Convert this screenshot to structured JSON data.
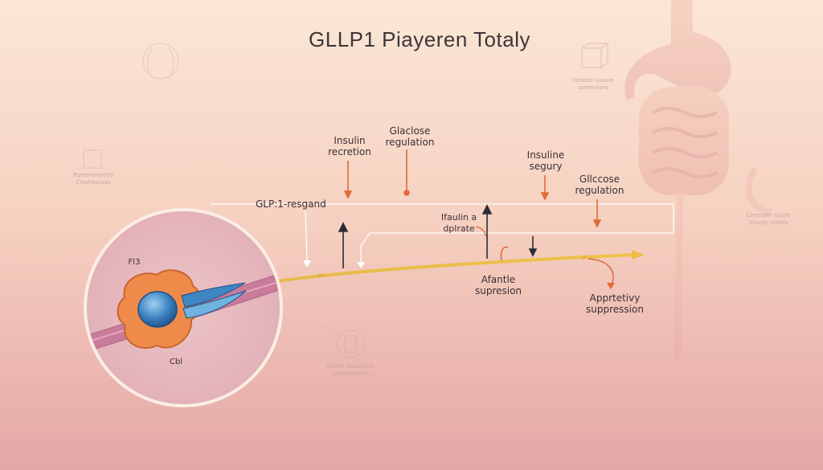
{
  "title": "GLLP1 Piayeren Totaly",
  "labels": {
    "ligand": "GLP:1-resgand",
    "insulin_recretion": "Insulin\nrecretion",
    "glaclose_regulation": "Glaclose\nregulation",
    "insuline_segury": "Insuline\nsegury",
    "glicose_regulation": "Gllccose\nregulation",
    "ifaulin_diplrate": "Ifaulin a\ndplrate",
    "afantle_supresion": "Afantle\nsupresion",
    "apprtetivy_suppression": "Apprtetivy\nsuppression",
    "cell_top": "Fl3",
    "cell_bottom": "Cbl"
  },
  "faint_labels": {
    "top_right": "Folatoe laasoe\nsonteolans",
    "left_mid": "Piyoertartotsls\nClootdocoas",
    "right_mid": "Cotenein nasne\nSlaugh cioteis",
    "bottom_center": "Sothel Ioaaotlcse\nsarptorcation"
  },
  "colors": {
    "pathway": "#e8c24a",
    "arrow_orange": "#e06a3a",
    "arrow_dark": "#2c2a33",
    "cell_orange": "#ef8a4b",
    "nucleus_blue": "#3f86c4",
    "vessel_pink": "#c97b9a"
  }
}
